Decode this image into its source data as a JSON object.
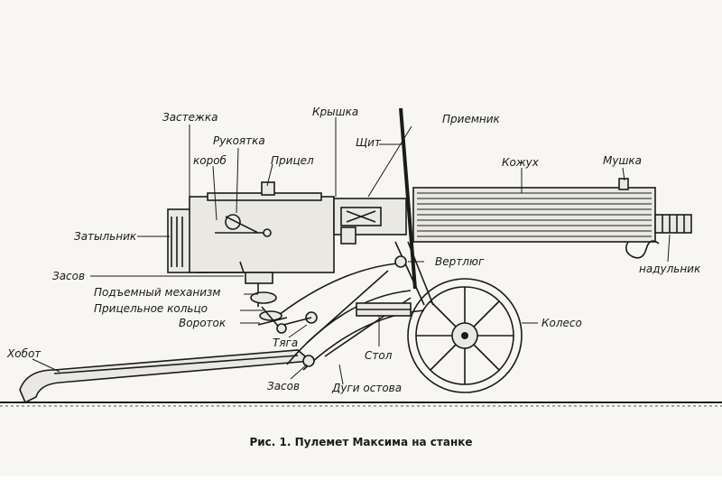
{
  "labels": {
    "zastezhka": "Застежка",
    "kryshka": "Крышка",
    "priemnik": "Приемник",
    "rukoyatka": "Рукоятка",
    "korob": "короб",
    "pritsel": "Прицел",
    "shchit": "Щит",
    "kozhukh": "Кожух",
    "mushka": "Мушка",
    "zatylnik": "Затыльник",
    "nadulnik": "надульник",
    "vertlyug": "Вертлюг",
    "zasov_top": "Засов",
    "podemny": "Подъемный механизм",
    "pritselnoe": "Прицельное кольцо",
    "vorotok": "Вороток",
    "tyaga": "Тяга",
    "koleso": "Колесо",
    "khobot": "Хобот",
    "stol": "Стол",
    "zasov_bottom": "Засов",
    "dugi": "Дуги остова"
  },
  "caption": "Рис. 1. Пулемет Максима на станке"
}
